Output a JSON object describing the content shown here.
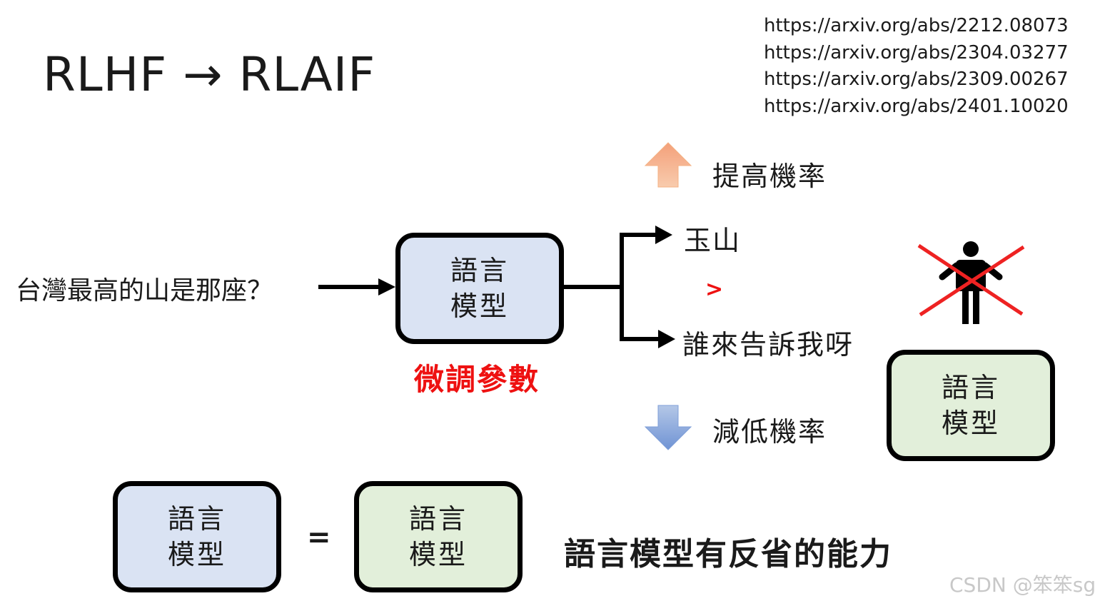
{
  "title": "RLHF → RLAIF",
  "references": [
    "https://arxiv.org/abs/2212.08073",
    "https://arxiv.org/abs/2304.03277",
    "https://arxiv.org/abs/2309.00267",
    "https://arxiv.org/abs/2401.10020"
  ],
  "question": "台灣最高的山是那座？",
  "model_box": {
    "line1": "語言",
    "line2": "模型"
  },
  "finetune_label": "微調參數",
  "outputs": {
    "top": "玉山",
    "bottom": "誰來告訴我呀",
    "comparison": ">"
  },
  "increase_label": "提高機率",
  "decrease_label": "減低機率",
  "ai_feedback_model": {
    "line1": "語言",
    "line2": "模型"
  },
  "bottom_row": {
    "left_model": {
      "line1": "語言",
      "line2": "模型"
    },
    "equals": "=",
    "right_model": {
      "line1": "語言",
      "line2": "模型"
    },
    "caption": "語言模型有反省的能力"
  },
  "watermark": "CSDN @笨笨sg",
  "colors": {
    "blue_box": "#dae3f3",
    "green_box": "#e2efda",
    "highlight_red": "#ee1111",
    "up_arrow": "#f4b183",
    "down_arrow": "#8faadc"
  }
}
